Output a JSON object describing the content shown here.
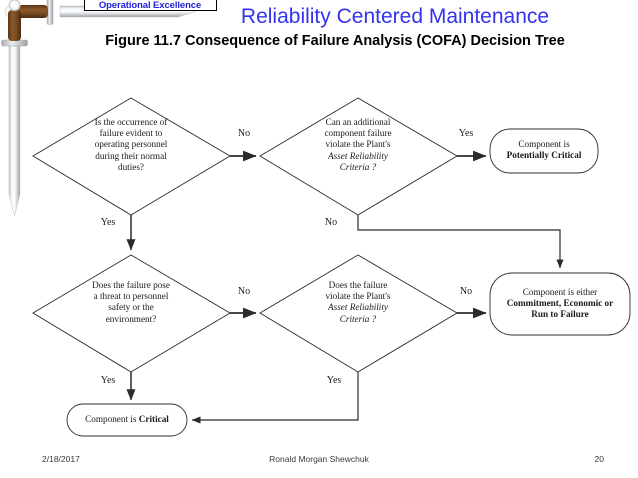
{
  "header": {
    "badge": "Operational Excellence",
    "title": "Reliability Centered Maintenance",
    "subtitle": "Figure 11.7  Consequence of Failure Analysis (COFA) Decision Tree",
    "title_color": "#3333ee",
    "badge_color": "#2323d6"
  },
  "diagram": {
    "type": "decision-tree",
    "nodes": [
      {
        "id": "d1",
        "shape": "diamond",
        "lines": [
          "Is the occurrence of",
          "failure evident to",
          "operating personnel",
          "during their normal",
          "duties?"
        ]
      },
      {
        "id": "d2",
        "shape": "diamond",
        "lines": [
          "Can an additional",
          "component failure",
          "violate the Plant's",
          "Asset Reliability",
          "Criteria ?"
        ],
        "italic_lines": [
          3,
          4
        ]
      },
      {
        "id": "t1",
        "shape": "stadium",
        "lines": [
          "Component is",
          "Potentially Critical"
        ],
        "bold_lines": [
          1
        ]
      },
      {
        "id": "d3",
        "shape": "diamond",
        "lines": [
          "Does the failure pose",
          "a threat to personnel",
          "safety or the",
          "environment?"
        ]
      },
      {
        "id": "d4",
        "shape": "diamond",
        "lines": [
          "Does the failure",
          "violate the Plant's",
          "Asset Reliability",
          "Criteria ?"
        ],
        "italic_lines": [
          2,
          3
        ]
      },
      {
        "id": "t2",
        "shape": "stadium",
        "lines": [
          "Component is either",
          "Commitment, Economic or",
          "Run to Failure"
        ],
        "bold_lines": [
          1,
          2
        ]
      },
      {
        "id": "t3",
        "shape": "stadium",
        "lines": [
          "Component is Critical"
        ],
        "bold_words": [
          "Critical"
        ]
      }
    ],
    "edges": [
      {
        "from": "d1",
        "to": "d2",
        "label": "No"
      },
      {
        "from": "d2",
        "to": "t1",
        "label": "Yes"
      },
      {
        "from": "d1",
        "to": "d3",
        "label": "Yes"
      },
      {
        "from": "d2",
        "to": "t2",
        "label": "No"
      },
      {
        "from": "d3",
        "to": "d4",
        "label": "No"
      },
      {
        "from": "d4",
        "to": "t2",
        "label": "No"
      },
      {
        "from": "d3",
        "to": "t3",
        "label": "Yes"
      },
      {
        "from": "d4",
        "to": "t3",
        "label": "Yes"
      }
    ],
    "labels": {
      "d1_no": "No",
      "d1_yes": "Yes",
      "d2_yes": "Yes",
      "d2_no": "No",
      "d3_no": "No",
      "d3_yes": "Yes",
      "d4_no": "No",
      "d4_yes": "Yes"
    },
    "text": {
      "d1_l1": "Is the occurrence of",
      "d1_l2": "failure evident to",
      "d1_l3": "operating personnel",
      "d1_l4": "during their normal",
      "d1_l5": "duties?",
      "d2_l1": "Can an additional",
      "d2_l2": "component failure",
      "d2_l3": "violate the Plant's",
      "d2_l4": "Asset Reliability",
      "d2_l5": "Criteria ?",
      "d3_l1": "Does the failure pose",
      "d3_l2": "a threat to personnel",
      "d3_l3": "safety or the",
      "d3_l4": "environment?",
      "d4_l1": "Does the failure",
      "d4_l2": "violate the Plant's",
      "d4_l3": "Asset Reliability",
      "d4_l4": "Criteria ?",
      "t1_l1": "Component is",
      "t1_l2": "Potentially Critical",
      "t2_l1": "Component is either",
      "t2_l2": "Commitment, Economic or",
      "t2_l3": "Run to Failure",
      "t3_l1": "Component is ",
      "t3_l2": "Critical"
    }
  },
  "footer": {
    "date": "2/18/2017",
    "author": "Ronald Morgan Shewchuk",
    "page": "20"
  }
}
